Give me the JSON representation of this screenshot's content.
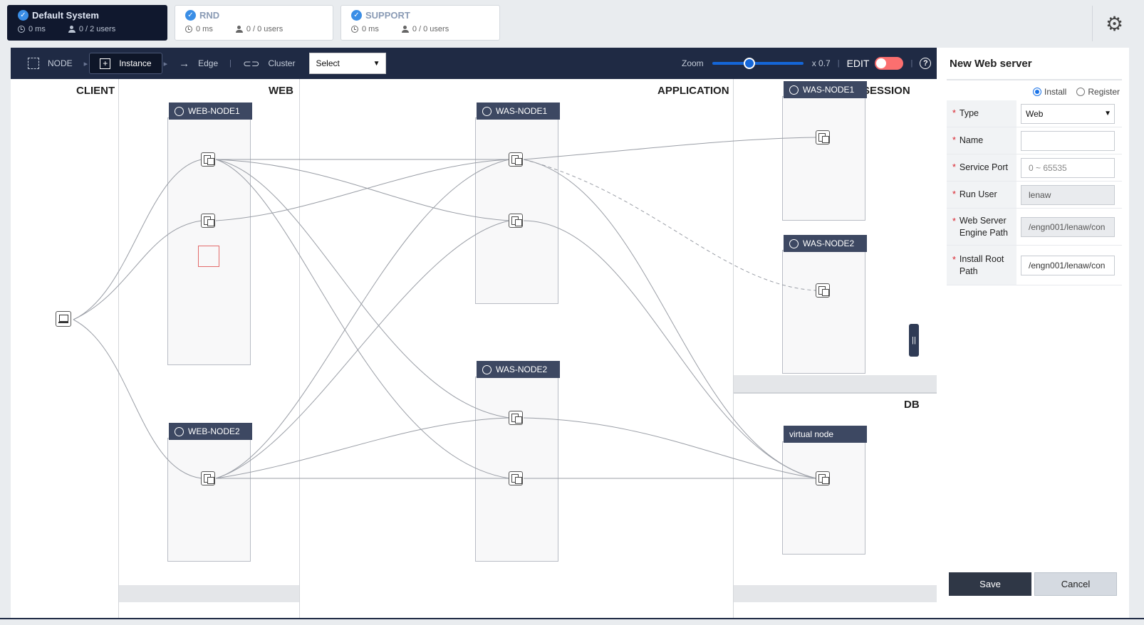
{
  "systems": [
    {
      "name": "Default System",
      "latency": "0 ms",
      "users": "0 / 2 users",
      "active": true
    },
    {
      "name": "RND",
      "latency": "0 ms",
      "users": "0 / 0 users",
      "active": false
    },
    {
      "name": "SUPPORT",
      "latency": "0 ms",
      "users": "0 / 0 users",
      "active": false
    }
  ],
  "toolbar": {
    "node": "NODE",
    "instance": "Instance",
    "edge": "Edge",
    "cluster": "Cluster",
    "select": "Select",
    "zoom_label": "Zoom",
    "zoom_value": "x 0.7",
    "zoom_level": 0.4,
    "edit": "EDIT",
    "help": "?"
  },
  "columns": {
    "client": "CLIENT",
    "web": "WEB",
    "application": "APPLICATION",
    "session": "SESSION",
    "db": "DB"
  },
  "nodes": {
    "web1": "WEB-NODE1",
    "web2": "WEB-NODE2",
    "was1": "WAS-NODE1",
    "was2": "WAS-NODE2",
    "session_was1": "WAS-NODE1",
    "session_was2": "WAS-NODE2",
    "virtual": "virtual node"
  },
  "panel": {
    "title": "New Web server",
    "install": "Install",
    "register": "Register",
    "fields": {
      "type_label": "Type",
      "type_value": "Web",
      "name_label": "Name",
      "name_value": "",
      "port_label": "Service Port",
      "port_placeholder": "0 ~ 65535",
      "user_label": "Run User",
      "user_value": "lenaw",
      "engine_label": "Web Server Engine Path",
      "engine_value": "/engn001/lenaw/con",
      "root_label": "Install Root Path",
      "root_value": "/engn001/lenaw/con"
    },
    "save": "Save",
    "cancel": "Cancel"
  },
  "colors": {
    "accent": "#1466d8",
    "toolbar_bg": "#1f2a44",
    "node_header": "#3d4862",
    "active_tab": "#10182e",
    "toggle_off": "#fb6f6f"
  }
}
